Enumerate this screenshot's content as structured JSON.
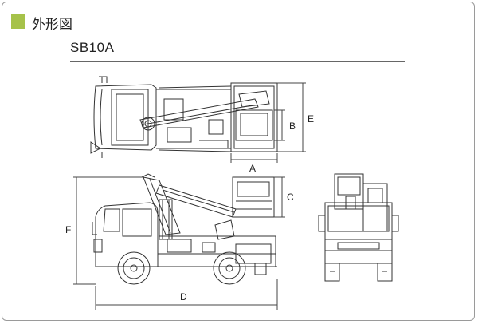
{
  "header": {
    "title": "外形図",
    "accent_color": "#a6c24a"
  },
  "model": "SB10A",
  "dimension_labels": {
    "a": "A",
    "b": "B",
    "c": "C",
    "d": "D",
    "e": "E",
    "f": "F"
  }
}
